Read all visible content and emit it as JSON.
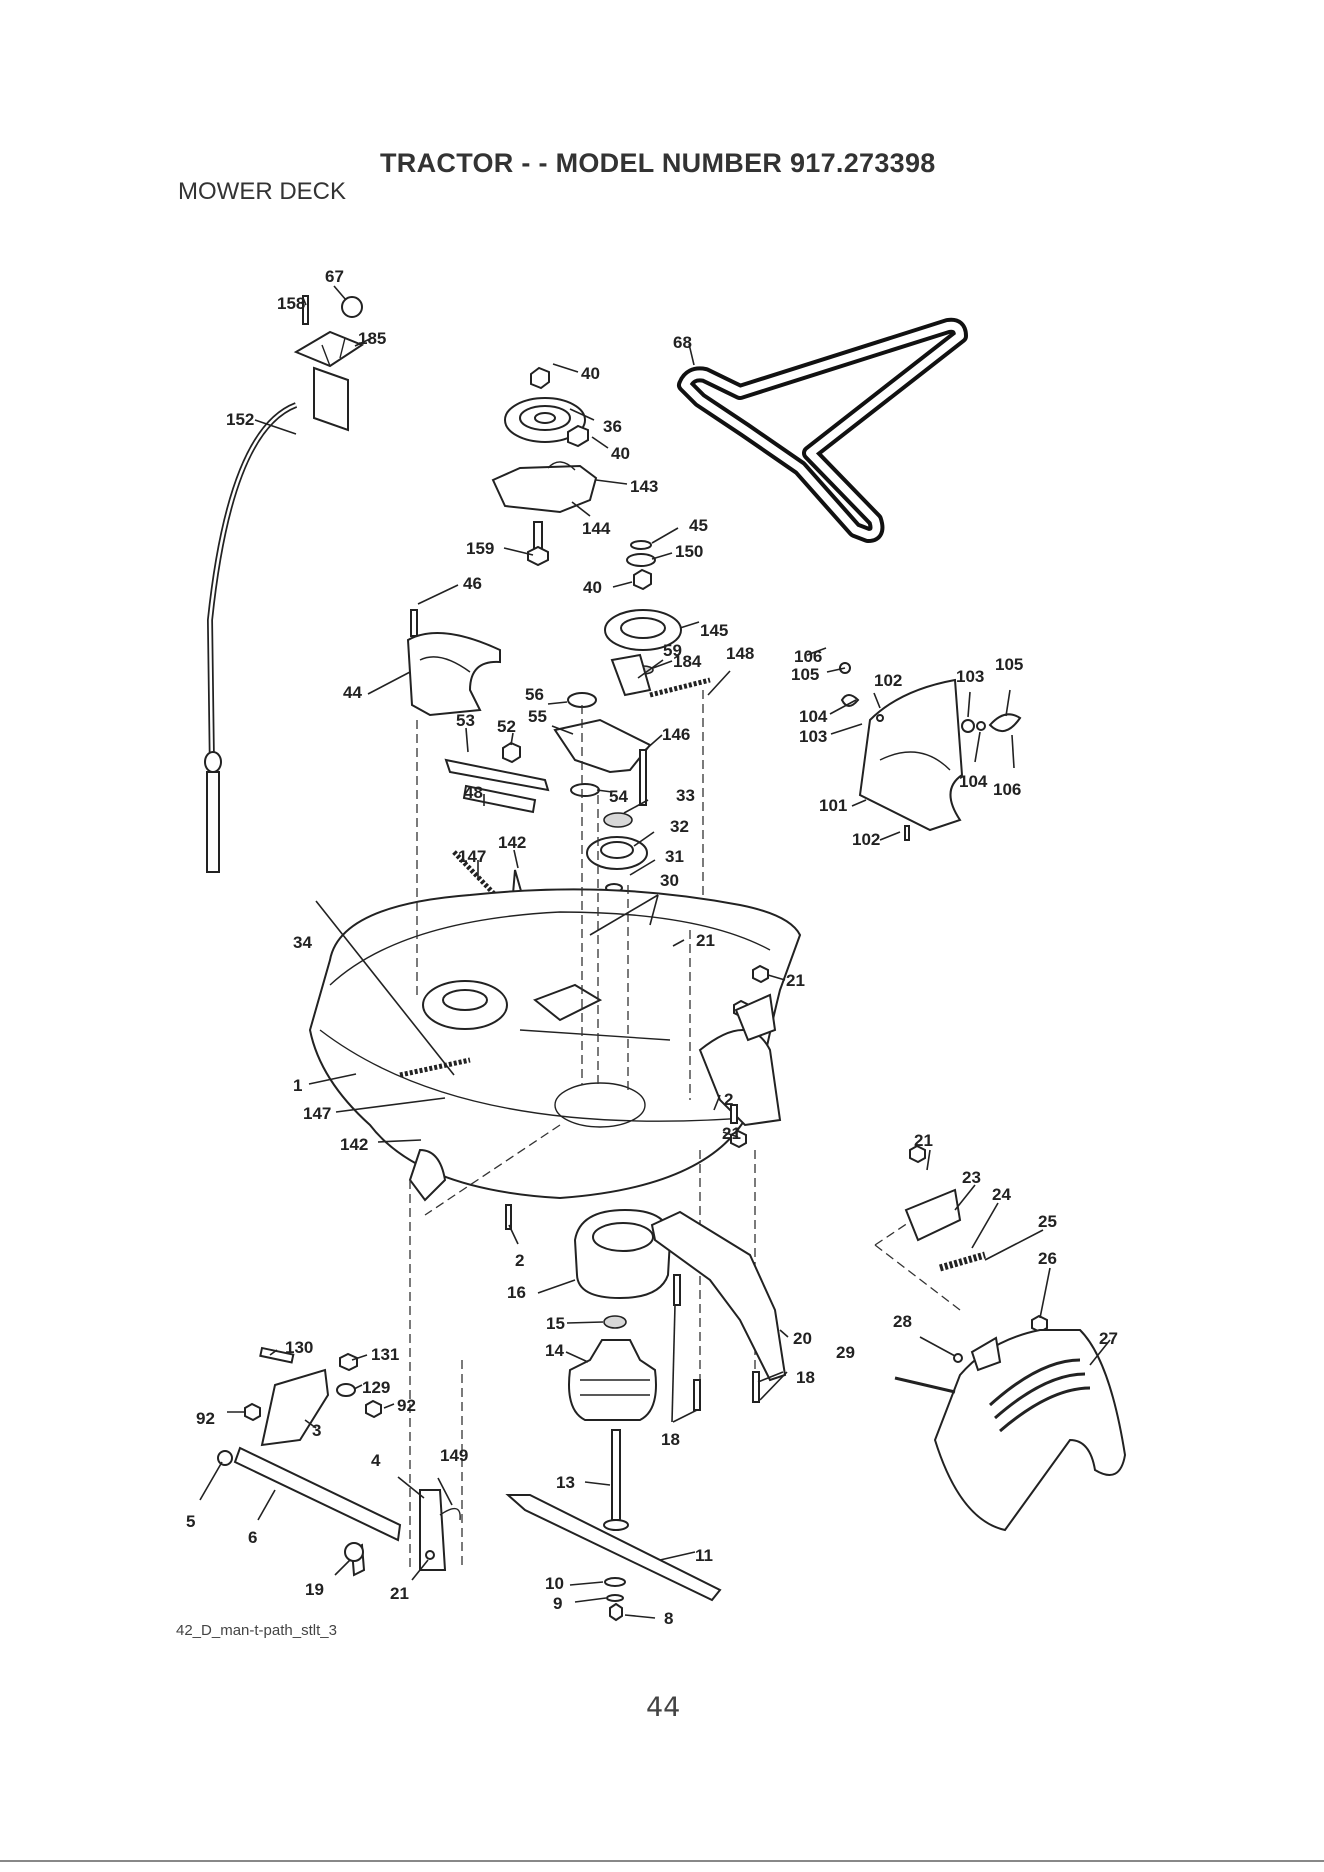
{
  "header": {
    "title": "TRACTOR - - MODEL NUMBER  917.273398",
    "section": "MOWER DECK"
  },
  "footer": {
    "diagram_code": "42_D_man-t-path_stlt_3",
    "page_number": "44"
  },
  "callouts": [
    {
      "id": "c67",
      "label": "67"
    },
    {
      "id": "c158",
      "label": "158"
    },
    {
      "id": "c185",
      "label": "185"
    },
    {
      "id": "c152",
      "label": "152"
    },
    {
      "id": "c40a",
      "label": "40"
    },
    {
      "id": "c36",
      "label": "36"
    },
    {
      "id": "c40b",
      "label": "40"
    },
    {
      "id": "c143",
      "label": "143"
    },
    {
      "id": "c144",
      "label": "144"
    },
    {
      "id": "c45",
      "label": "45"
    },
    {
      "id": "c150",
      "label": "150"
    },
    {
      "id": "c159",
      "label": "159"
    },
    {
      "id": "c40c",
      "label": "40"
    },
    {
      "id": "c46",
      "label": "46"
    },
    {
      "id": "c68",
      "label": "68"
    },
    {
      "id": "c145",
      "label": "145"
    },
    {
      "id": "c184",
      "label": "184"
    },
    {
      "id": "c59",
      "label": "59"
    },
    {
      "id": "c148",
      "label": "148"
    },
    {
      "id": "c56",
      "label": "56"
    },
    {
      "id": "c55",
      "label": "55"
    },
    {
      "id": "c44",
      "label": "44"
    },
    {
      "id": "c53",
      "label": "53"
    },
    {
      "id": "c52",
      "label": "52"
    },
    {
      "id": "c48",
      "label": "48"
    },
    {
      "id": "c146",
      "label": "146"
    },
    {
      "id": "c54",
      "label": "54"
    },
    {
      "id": "c33",
      "label": "33"
    },
    {
      "id": "c32",
      "label": "32"
    },
    {
      "id": "c31",
      "label": "31"
    },
    {
      "id": "c30",
      "label": "30"
    },
    {
      "id": "c147a",
      "label": "147"
    },
    {
      "id": "c142a",
      "label": "142"
    },
    {
      "id": "c106a",
      "label": "106"
    },
    {
      "id": "c102a",
      "label": "102"
    },
    {
      "id": "c103a",
      "label": "103"
    },
    {
      "id": "c105a",
      "label": "105"
    },
    {
      "id": "c105b",
      "label": "105"
    },
    {
      "id": "c104a",
      "label": "104"
    },
    {
      "id": "c103b",
      "label": "103"
    },
    {
      "id": "c104b",
      "label": "104"
    },
    {
      "id": "c106b",
      "label": "106"
    },
    {
      "id": "c101",
      "label": "101"
    },
    {
      "id": "c102b",
      "label": "102"
    },
    {
      "id": "c34",
      "label": "34"
    },
    {
      "id": "c21a",
      "label": "21"
    },
    {
      "id": "c21b",
      "label": "21"
    },
    {
      "id": "c1",
      "label": "1"
    },
    {
      "id": "c147b",
      "label": "147"
    },
    {
      "id": "c142b",
      "label": "142"
    },
    {
      "id": "c2a",
      "label": "2"
    },
    {
      "id": "c21c",
      "label": "21"
    },
    {
      "id": "c21d",
      "label": "21"
    },
    {
      "id": "c23",
      "label": "23"
    },
    {
      "id": "c24",
      "label": "24"
    },
    {
      "id": "c25",
      "label": "25"
    },
    {
      "id": "c26",
      "label": "26"
    },
    {
      "id": "c2b",
      "label": "2"
    },
    {
      "id": "c16",
      "label": "16"
    },
    {
      "id": "c15",
      "label": "15"
    },
    {
      "id": "c14",
      "label": "14"
    },
    {
      "id": "c20",
      "label": "20"
    },
    {
      "id": "c18a",
      "label": "18"
    },
    {
      "id": "c18b",
      "label": "18"
    },
    {
      "id": "c28",
      "label": "28"
    },
    {
      "id": "c29",
      "label": "29"
    },
    {
      "id": "c27",
      "label": "27"
    },
    {
      "id": "c130",
      "label": "130"
    },
    {
      "id": "c131",
      "label": "131"
    },
    {
      "id": "c129",
      "label": "129"
    },
    {
      "id": "c92a",
      "label": "92"
    },
    {
      "id": "c92b",
      "label": "92"
    },
    {
      "id": "c3",
      "label": "3"
    },
    {
      "id": "c149",
      "label": "149"
    },
    {
      "id": "c4",
      "label": "4"
    },
    {
      "id": "c5",
      "label": "5"
    },
    {
      "id": "c6",
      "label": "6"
    },
    {
      "id": "c13",
      "label": "13"
    },
    {
      "id": "c11",
      "label": "11"
    },
    {
      "id": "c19",
      "label": "19"
    },
    {
      "id": "c21e",
      "label": "21"
    },
    {
      "id": "c10",
      "label": "10"
    },
    {
      "id": "c9",
      "label": "9"
    },
    {
      "id": "c8",
      "label": "8"
    }
  ]
}
